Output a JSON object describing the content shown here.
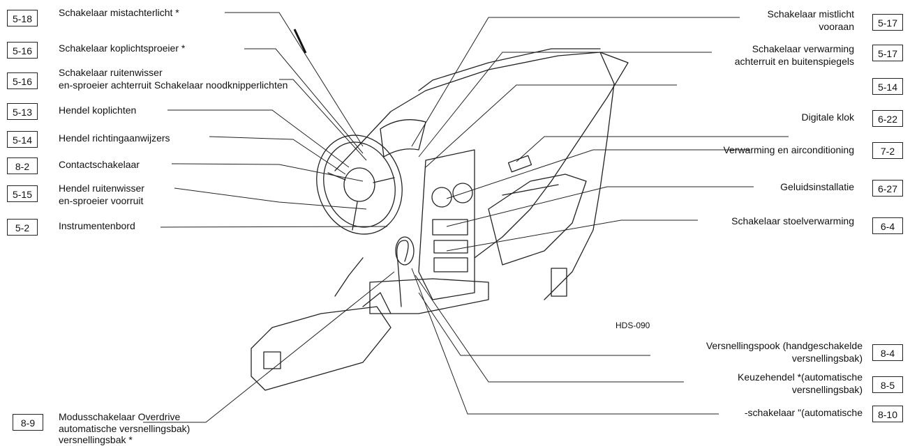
{
  "diagram_code": "HDS-090",
  "left_callouts": [
    {
      "page": "5-18",
      "label": "Schakelaar mistachterlicht *"
    },
    {
      "page": "5-16",
      "label": "Schakelaar koplichtsproeier *"
    },
    {
      "page": "5-16",
      "label_line1": "Schakelaar ruitenwisser",
      "label_line2": "en-sproeier achterruit  Schakelaar noodknipperlichten"
    },
    {
      "page": "5-13",
      "label": "Hendel koplichten"
    },
    {
      "page": "5-14",
      "label": "Hendel richtingaanwijzers"
    },
    {
      "page": "8-2",
      "label": "Contactschakelaar"
    },
    {
      "page": "5-15",
      "label_line1": "Hendel ruitenwisser",
      "label_line2": "en-sproeier voorruit"
    },
    {
      "page": "5-2",
      "label": "Instrumentenbord"
    }
  ],
  "right_callouts": [
    {
      "page": "5-17",
      "label_line1": "Schakelaar mistlicht",
      "label_line2": "vooraan"
    },
    {
      "page": "5-17",
      "label_line1": "Schakelaar verwarming",
      "label_line2": "achterruit en buitenspiegels"
    },
    {
      "page": "5-14",
      "label": ""
    },
    {
      "page": "6-22",
      "label": "Digitale klok"
    },
    {
      "page": "7-2",
      "label": "Verwarming en airconditioning"
    },
    {
      "page": "6-27",
      "label": "Geluidsinstallatie"
    },
    {
      "page": "6-4",
      "label": "Schakelaar stoelverwarming"
    },
    {
      "page": "8-4",
      "label_line1": "Versnellingspook (handgeschakelde",
      "label_line2": "versnellingsbak)"
    },
    {
      "page": "8-5",
      "label_line1": "Keuzehendel *(automatische",
      "label_line2": "versnellingsbak)"
    },
    {
      "page": "8-10",
      "label": "-schakelaar \"(automatische"
    }
  ],
  "bottom_left_callout": {
    "page": "8-9",
    "label_line1": "Modusschakelaar  Overdrive",
    "label_line2": "automatische  versnellingsbak)",
    "label_line3": "versnellingsbak *"
  }
}
